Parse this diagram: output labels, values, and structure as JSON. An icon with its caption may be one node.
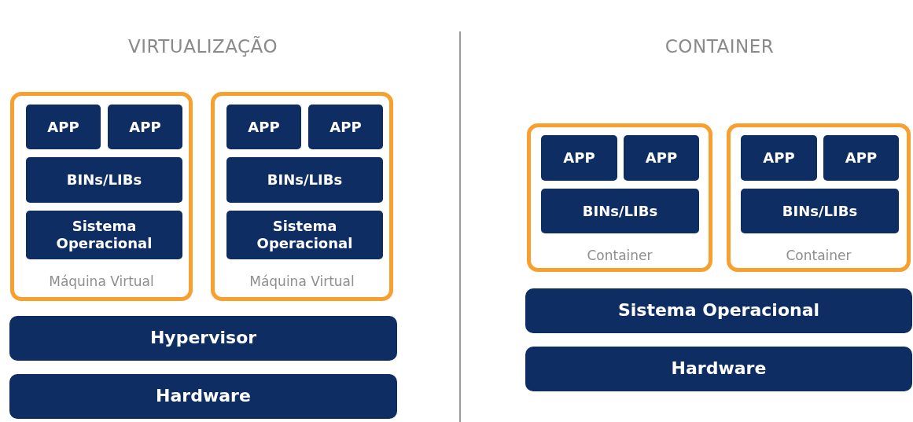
{
  "diagram": {
    "nodes": [
      {
        "text": [
          "Máquina Virtual"
        ]
      },
      {
        "text": [
          "APP"
        ],
        "in": 0
      },
      {
        "text": [
          "APP"
        ],
        "in": 0
      },
      {
        "text": [
          "BINs/LIBs"
        ],
        "in": 0
      },
      {
        "text": [
          "Sistema Operacional"
        ],
        "in": 0
      },
      {
        "text": [
          "Máquina Virtual"
        ]
      },
      {
        "text": [
          "APP"
        ],
        "in": 5
      },
      {
        "text": [
          "APP"
        ],
        "in": 5
      },
      {
        "text": [
          "BINs/LIBs"
        ],
        "in": 5
      },
      {
        "text": [
          "Sistema Operacional"
        ],
        "in": 5
      },
      {
        "text": [
          "Hypervisor"
        ]
      },
      {
        "text": [
          "Hardware"
        ]
      },
      {
        "text": [
          "Container"
        ]
      },
      {
        "text": [
          "APP"
        ],
        "in": 12
      },
      {
        "text": [
          "APP"
        ],
        "in": 12
      },
      {
        "text": [
          "BINs/LIBs"
        ],
        "in": 12
      },
      {
        "text": [
          "Container"
        ]
      },
      {
        "text": [
          "APP"
        ],
        "in": 16
      },
      {
        "text": [
          "APP"
        ],
        "in": 16
      },
      {
        "text": [
          "BINs/LIBs"
        ],
        "in": 16
      },
      {
        "text": [
          "Sistema Operacional"
        ]
      },
      {
        "text": [
          "Hardware"
        ]
      }
    ],
    "labels": [
      "VIRTUALIZAÇÃO",
      "CONTAINER"
    ]
  }
}
